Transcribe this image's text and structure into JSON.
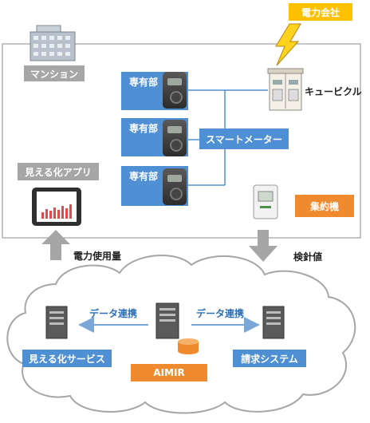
{
  "power_company": "電力会社",
  "mansion": "マンション",
  "private_areas": [
    "専有部",
    "専有部",
    "専有部"
  ],
  "cubicle": "キュービクル",
  "smart_meter": "スマートメーター",
  "visualization_app": "見える化アプリ",
  "concentrator": "集約機",
  "power_usage": "電力使用量",
  "meter_reading": "検針値",
  "data_link_left": "データ連携",
  "data_link_right": "データ連携",
  "visualization_service": "見える化サービス",
  "aimir": "AIMIR",
  "billing_system": "請求システム",
  "colors": {
    "blue": "#4f90d4",
    "gray": "#a6a6a6",
    "orange": "#f08a2e",
    "yellow": "#ffc000",
    "cloud_outline": "#a6a6a6",
    "arrow_blue": "#7aa7d8"
  }
}
